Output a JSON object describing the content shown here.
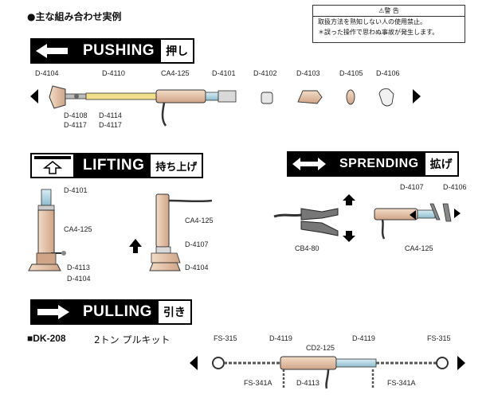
{
  "title": "●主な組み合わせ実例",
  "warning": {
    "heading": "⚠警 告",
    "lines": [
      "取扱方法を熟知しない人の使用禁止。",
      "＊誤った操作で思わぬ事故が発生します。"
    ]
  },
  "sections": {
    "pushing": {
      "en": "PUSHING",
      "jp": "押し"
    },
    "lifting": {
      "en": "LIFTING",
      "jp": "持ち上げ"
    },
    "spreading": {
      "en": "SPRENDING",
      "jp": "拡げ"
    },
    "pulling": {
      "en": "PULLING",
      "jp": "引き"
    }
  },
  "pushing_labels": {
    "d4104": "D-4104",
    "d4110": "D-4110",
    "ca4125": "CA4-125",
    "d4101": "D-4101",
    "d4102": "D-4102",
    "d4103": "D-4103",
    "d4105": "D-4105",
    "d4106": "D-4106",
    "d4108": "D-4108",
    "d4117a": "D-4117",
    "d4114": "D-4114",
    "d4117b": "D-4117"
  },
  "lifting_labels": {
    "d4101": "D-4101",
    "ca4125a": "CA4-125",
    "d4113": "D-4113",
    "d4104a": "D-4104",
    "ca4125b": "CA4-125",
    "d4107": "D-4107",
    "d4104b": "D-4104"
  },
  "spreading_labels": {
    "cb480": "CB4-80",
    "d4107": "D-4107",
    "d4106": "D-4106",
    "ca4125": "CA4-125"
  },
  "kit": {
    "code": "■DK-208",
    "desc": "2トン プルキット"
  },
  "pulling_labels": {
    "fs315a": "FS-315",
    "d4119a": "D-4119",
    "cd2125": "CD2-125",
    "d4119b": "D-4119",
    "fs315b": "FS-315",
    "fs341a": "FS-341A",
    "d4113": "D-4113",
    "fs341b": "FS-341A"
  }
}
